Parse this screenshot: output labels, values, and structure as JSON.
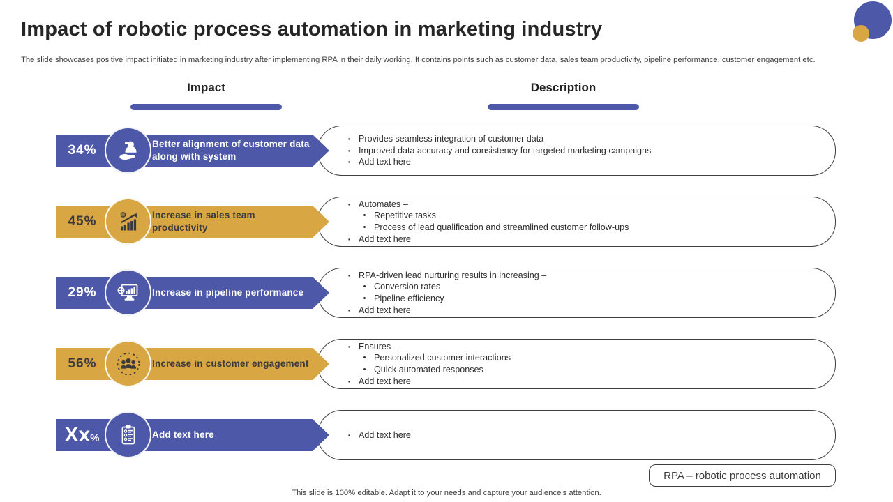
{
  "slide": {
    "title": "Impact of robotic process automation in marketing industry",
    "subtitle": "The slide showcases positive impact initiated in marketing industry after implementing RPA in their daily working. It contains points such as customer data, sales team productivity, pipeline performance, customer engagement etc.",
    "footer_note": "This slide is 100% editable. Adapt it to your needs and capture your audience's attention.",
    "abbreviation_note": "RPA – robotic process automation"
  },
  "columns": {
    "impact_label": "Impact",
    "description_label": "Description"
  },
  "colors": {
    "blue": "#4D58A9",
    "gold": "#D9A644",
    "dark_text": "#3B3B3B",
    "box_border": "#3F3F3F"
  },
  "rows": [
    {
      "percent_value": "34",
      "percent_sign": "%",
      "percent_large": false,
      "variant": "blue",
      "icon": "customer-care-icon",
      "impact_label": "Better alignment of customer data along with system",
      "bullets": [
        {
          "level": 1,
          "text": "Provides seamless integration of customer data"
        },
        {
          "level": 1,
          "text": "Improved data accuracy and consistency for targeted marketing campaigns"
        },
        {
          "level": 1,
          "text": "Add text here"
        }
      ]
    },
    {
      "percent_value": "45",
      "percent_sign": "%",
      "percent_large": false,
      "variant": "gold",
      "icon": "sales-growth-icon",
      "impact_label": "Increase in sales team productivity",
      "bullets": [
        {
          "level": 1,
          "text": "Automates –"
        },
        {
          "level": 2,
          "text": "Repetitive tasks"
        },
        {
          "level": 2,
          "text": "Process of lead qualification and streamlined customer follow-ups"
        },
        {
          "level": 1,
          "text": "Add text here"
        }
      ]
    },
    {
      "percent_value": "29",
      "percent_sign": "%",
      "percent_large": false,
      "variant": "blue",
      "icon": "pipeline-performance-icon",
      "impact_label": "Increase in pipeline performance",
      "bullets": [
        {
          "level": 1,
          "text": "RPA-driven lead nurturing results in increasing –"
        },
        {
          "level": 2,
          "text": "Conversion rates"
        },
        {
          "level": 2,
          "text": "Pipeline efficiency"
        },
        {
          "level": 1,
          "text": "Add text here"
        }
      ]
    },
    {
      "percent_value": "56",
      "percent_sign": "%",
      "percent_large": false,
      "variant": "gold",
      "icon": "customer-engagement-icon",
      "impact_label": "Increase in customer engagement",
      "bullets": [
        {
          "level": 1,
          "text": "Ensures –"
        },
        {
          "level": 2,
          "text": "Personalized customer interactions"
        },
        {
          "level": 2,
          "text": "Quick automated responses"
        },
        {
          "level": 1,
          "text": "Add text here"
        }
      ]
    },
    {
      "percent_value": "Xx",
      "percent_sign": "%",
      "percent_large": true,
      "variant": "blue",
      "icon": "checklist-icon",
      "impact_label": "Add text here",
      "bullets": [
        {
          "level": 1,
          "text": "Add text here"
        }
      ]
    }
  ]
}
